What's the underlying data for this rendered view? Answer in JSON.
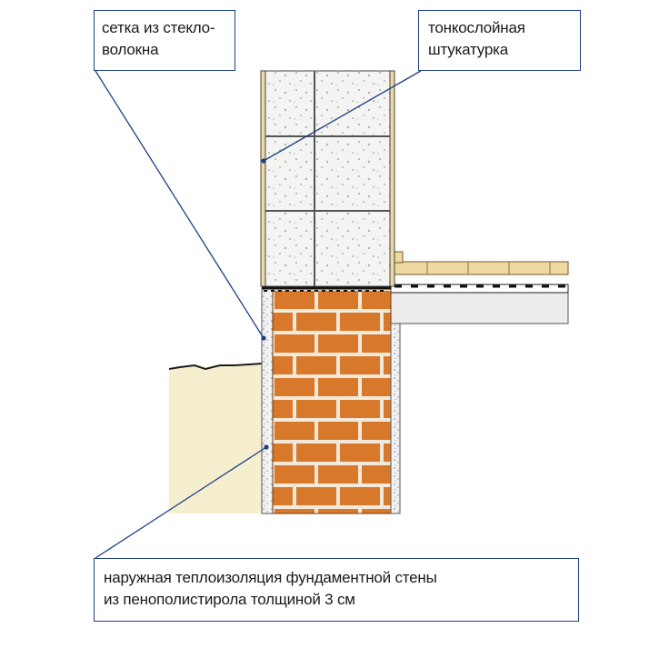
{
  "labels": {
    "mesh": {
      "line1": "сетка из стекло-",
      "line2": "волокна"
    },
    "plaster": {
      "line1": "тонкослойная",
      "line2": "штукатурка"
    },
    "insulation": {
      "line1": "наружная теплоизоляция фундаментной стены",
      "line2": "из пенополистирола толщиной 3 см"
    }
  },
  "colors": {
    "leader": "#1f3f86",
    "brick": "#d8782a",
    "mortar": "#f3e9da",
    "aerated_block": "#f2f2f0",
    "ground": "#f6efcf",
    "wood": "#efd9a2",
    "slab": "#ececec",
    "outline": "#222222"
  }
}
